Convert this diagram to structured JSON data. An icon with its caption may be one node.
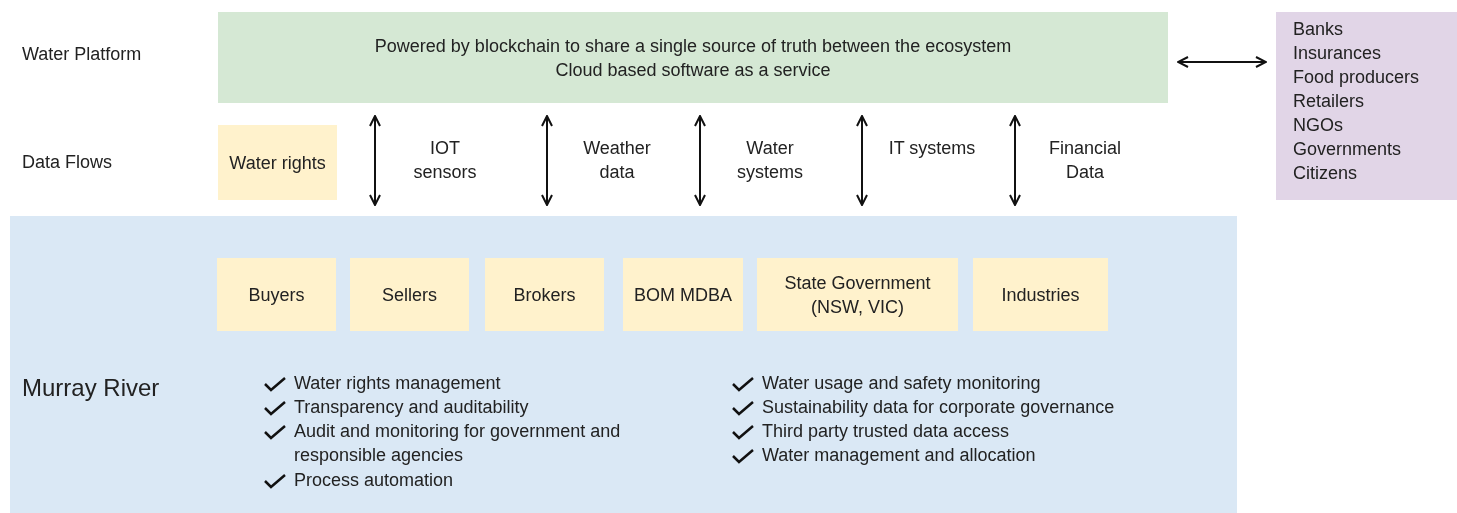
{
  "diagram": {
    "nodes": [
      {
        "text": [
          "Powered by blockchain to share a single source of truth between the ecosystem",
          "Cloud based software as a service"
        ]
      },
      {
        "text": [
          "Banks",
          "Insurances",
          "Food producers",
          "Retailers",
          "NGOs",
          "Governments",
          "Citizens"
        ]
      },
      {
        "text": [
          "Water rights"
        ]
      },
      {
        "text": [
          "Murray River"
        ]
      },
      {
        "text": [
          "Buyers"
        ],
        "in": 3
      },
      {
        "text": [
          "Sellers"
        ],
        "in": 3
      },
      {
        "text": [
          "Brokers"
        ],
        "in": 3
      },
      {
        "text": [
          "BOM MDBA"
        ],
        "in": 3
      },
      {
        "text": [
          "State Government (NSW, VIC)"
        ],
        "in": 3
      },
      {
        "text": [
          "Industries"
        ],
        "in": 3
      }
    ],
    "edges": [
      {
        "from": 0,
        "to": 1,
        "arrow": "both"
      },
      {
        "from": 0,
        "to": 3,
        "arrow": "both",
        "label": "IOT sensors"
      },
      {
        "from": 0,
        "to": 3,
        "arrow": "both",
        "label": "Weather data"
      },
      {
        "from": 0,
        "to": 3,
        "arrow": "both",
        "label": "Water systems"
      },
      {
        "from": 0,
        "to": 3,
        "arrow": "both",
        "label": "IT systems"
      },
      {
        "from": 0,
        "to": 3,
        "arrow": "both",
        "label": "Financial Data"
      }
    ],
    "labels": [
      "Water Platform",
      "Data Flows",
      "Water rights management",
      "Transparency and auditability",
      "Audit and monitoring for government and responsible agencies",
      "Process automation",
      "Water usage and safety monitoring",
      "Sustainability data for corporate governance",
      "Third party trusted data access",
      "Water management and allocation"
    ]
  }
}
